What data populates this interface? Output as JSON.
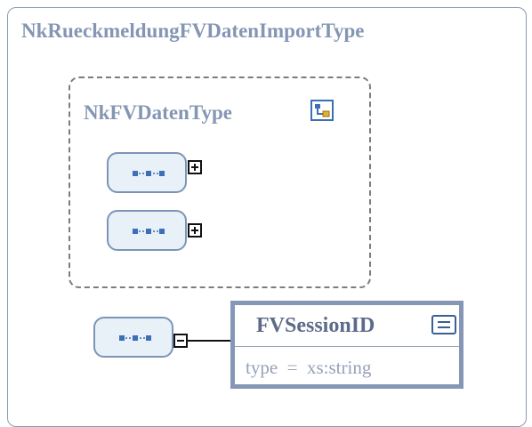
{
  "complex_type": {
    "name": "NkRueckmeldungFVDatenImportType"
  },
  "group": {
    "name": "NkFVDatenType",
    "icon": "complex-type-icon"
  },
  "sequences": [
    {
      "name": "sequence",
      "toggle": "+"
    },
    {
      "name": "sequence",
      "toggle": "+"
    },
    {
      "name": "sequence",
      "toggle": "-"
    }
  ],
  "element": {
    "name": "FVSessionID",
    "type_label": "type",
    "eq": "=",
    "type_value": "xs:string",
    "icon": "documentation-icon"
  },
  "colors": {
    "title": "#8496b3",
    "border": "#8596b6",
    "sequence_fill": "#e8f0f8",
    "sequence_border": "#7b95b8"
  }
}
